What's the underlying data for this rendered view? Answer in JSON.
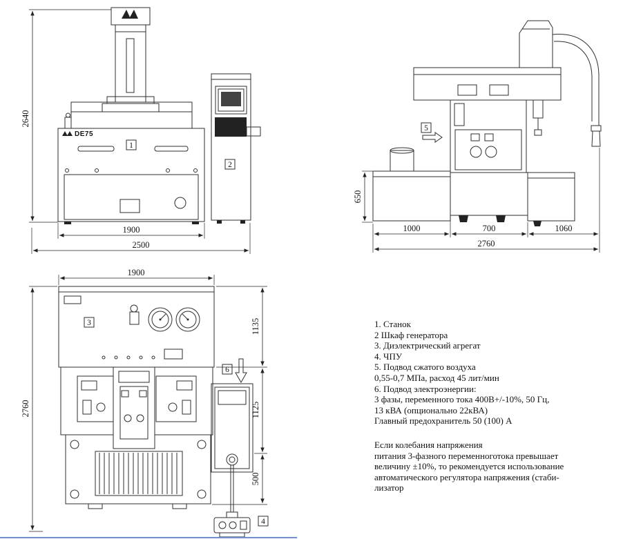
{
  "drawing": {
    "front_view": {
      "logo": "DE75",
      "dim_height": "2640",
      "dim_width_machine": "1900",
      "dim_width_total": "2500",
      "callout_machine": "1",
      "callout_cabinet": "2"
    },
    "side_view": {
      "dim_tank_height": "650",
      "dim_seg1": "1000",
      "dim_seg2": "700",
      "dim_seg3": "1060",
      "dim_total": "2760",
      "callout_air": "5"
    },
    "top_view": {
      "dim_width": "1900",
      "dim_depth": "2760",
      "dim_seg1": "1135",
      "dim_seg2": "1125",
      "dim_seg3": "500",
      "callout_dielectric": "3",
      "callout_power": "6",
      "callout_cnc": "4"
    }
  },
  "legend": {
    "items": [
      "1. Станок",
      "2  Шкаф генератора",
      "3. Диэлектрический агрегат",
      "4. ЧПУ",
      "5. Подвод сжатого воздуха",
      "0,55-0,7 МПа, расход 45 лит/мин",
      "6. Подвод электроэнергии:",
      "3 фазы, переменного тока 400В+/-10%, 50 Гц,",
      "13 кВА (опционально 22кВА)",
      "Главный предохранитель 50 (100) А"
    ],
    "note": [
      "Если колебания напряжения",
      "питания 3-фазного переменноготока превышает",
      "величину ±10%, то рекомендуется использование",
      "автоматического регулятора напряжения (стаби-",
      "лизатор"
    ]
  }
}
